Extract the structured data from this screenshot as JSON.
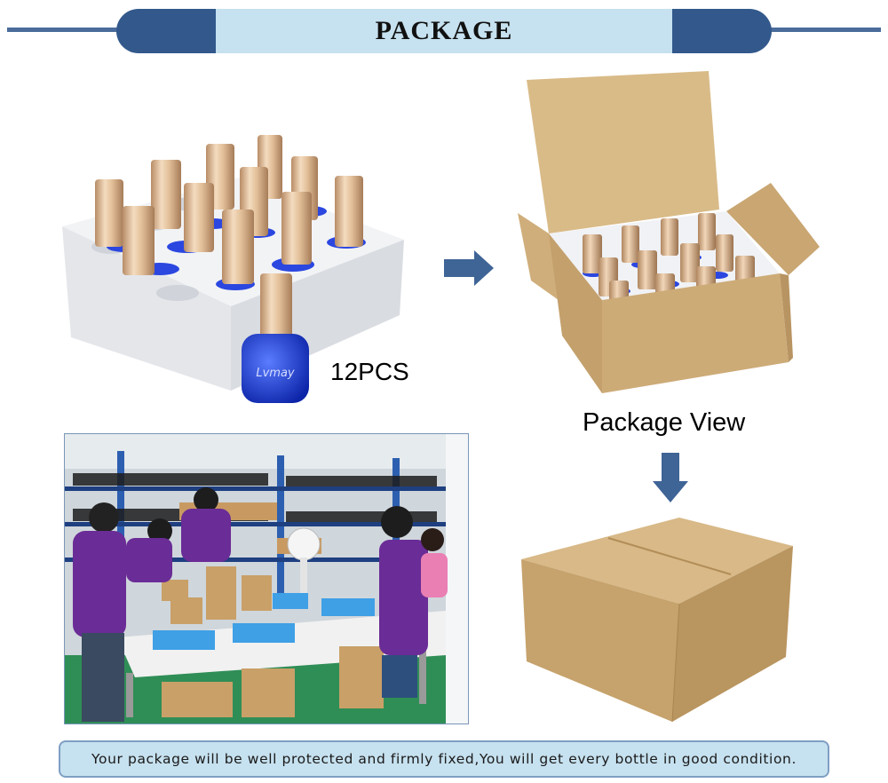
{
  "header": {
    "title": "PACKAGE"
  },
  "product": {
    "quantity_label": "12PCS",
    "bottle_brand": "Lvmay"
  },
  "package": {
    "view_label": "Package View"
  },
  "footer": {
    "text": "Your package will be well protected and firmly fixed,You will get every bottle in good condition."
  },
  "colors": {
    "banner_dark": "#33598c",
    "banner_light": "#c6e1ef",
    "arrow": "#3f6496",
    "bottle_blue": "#1c3fd0",
    "cap_gold": "#d8b48c",
    "cardboard": "#c9a774"
  },
  "icons": {
    "right_arrow": "arrow-right-icon",
    "down_arrow": "arrow-down-icon"
  }
}
